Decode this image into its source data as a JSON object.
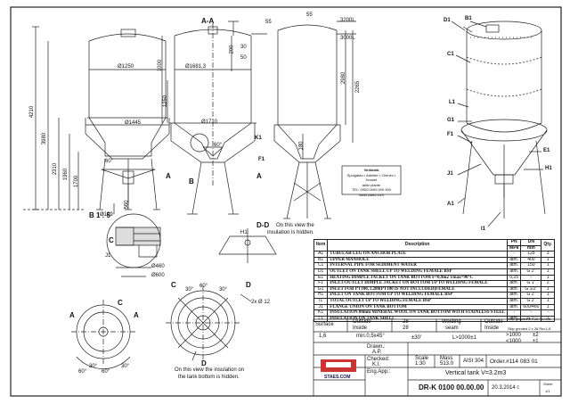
{
  "views": {
    "section_label": "A-A",
    "detail_b_label": "B 1 : 5",
    "detail_d_label": "D-D",
    "hidden_note_1": "On this view  the",
    "hidden_note_2": "insulation is hidden.",
    "hidden_bottom_note_1": "On this view  the insulation on",
    "hidden_bottom_note_2": "the tank bottom is hidden."
  },
  "dimensions": {
    "d1250": "Ø1250",
    "d1445": "Ø1445",
    "d129": "Ø129",
    "h4210": "4210",
    "h3980": "3980",
    "h2310": "2310",
    "h1960": "1960",
    "h1700": "1700",
    "h560": "560",
    "angle60": "60°",
    "aa_d1681": "Ø1681,3",
    "aa_1000": "1000",
    "aa_1250": "1250",
    "aa_200": "200",
    "aa_55": "55",
    "aa_30": "30",
    "aa_50": "50",
    "aa_1710": "Ø1710",
    "aa_60": "60°",
    "aa_k1": "K1",
    "aa_b": "B",
    "aa_a_left": "A",
    "aa_a_right": "A",
    "side_55": "55",
    "side_3200l": "3200L",
    "side_3000l": "3000L",
    "side_2980": "2980",
    "side_2265": "2265",
    "side_180": "180",
    "side_f1": "F1",
    "b_460": "Ø460",
    "b_600": "Ø600",
    "b_j1": "J1",
    "b_c": "C",
    "d_h1": "H1",
    "d_2x": "2x Ø 12",
    "d_60": "60°",
    "d_30a": "30°",
    "d_30b": "30°",
    "d_label_c": "C",
    "d_label_d": "D",
    "d_label_d2": "D",
    "plan_a1": "A",
    "plan_a2": "A",
    "plan_30": "30°",
    "plan_30b": "30°",
    "plan_60": "60°",
    "plan_50": "60°",
    "plan_c": "C"
  },
  "nameplate": {
    "line1": "Vinklubb",
    "line2": "Spolgatan • Adreller • Cilenex • Houste",
    "line3": "aktiv plante",
    "line4": "TEL: 0000 0000 000 000",
    "line5": "www.staes.com"
  },
  "iso_labels": [
    "D1",
    "B1",
    "C1",
    "L1",
    "G1",
    "F1",
    "J1",
    "E1",
    "H1",
    "A1",
    "I1"
  ],
  "bom": {
    "headers": [
      "Item",
      "Description",
      "PN",
      "DN",
      "Qty."
    ],
    "header_sub": [
      "",
      "",
      "MPa",
      "mm",
      ""
    ],
    "rows": [
      [
        "A1",
        "TUBULAR LEG ON ANCHOR PLATE",
        "-",
        "125",
        "3"
      ],
      [
        "B1",
        "UPPER MANHOLE",
        "atm.",
        "400",
        "1"
      ],
      [
        "C1",
        "INTERNAL PIPE FOR SEDIMENT WATER",
        "atm.",
        "150",
        "1"
      ],
      [
        "D1",
        "OUTLET ON TANK SHELL UP TO  WELDING FEMALE BSP",
        "atm.",
        "G 2\"",
        "1"
      ],
      [
        "E1",
        "HEATING DIMPLE JACKET ON TANK BOTTOM F=0,9m2 Tmax=90°C",
        "0,25",
        "-",
        "1"
      ],
      [
        "F1",
        "INLET/OUTLET DIMPLE JACKET ON BOTTOM  UP TO WELDING FEMALE",
        "atm.",
        "G 1\"",
        "2"
      ],
      [
        "G1",
        "INLET FOR PT100, L200(PT100 IS NOT INCLUDED)FEMALE",
        "atm.",
        "G 1/2\"",
        "1"
      ],
      [
        "H1",
        "INLET ON TANK BOTTOM UP TO WELDING FEMALE  BSP",
        "atm.",
        "G 2\"",
        "1"
      ],
      [
        "I1",
        "TOTAL OUTLET UP TO WELDING FEMALE  BSP",
        "atm.",
        "G 2\"",
        "1"
      ],
      [
        "J1",
        "FLANGE UNION ON TANK BOTTOM",
        "atm.",
        "600/460",
        "1"
      ],
      [
        "K1",
        "INSULATION 80mm MINERAL WOOL ON TANK BOTTOM WITH STAINLESS STEEL",
        "-",
        "-",
        "-"
      ],
      [
        "L1",
        "INSULATION ON TANK SHELL",
        "atm.",
        "G 1\"",
        "1"
      ]
    ]
  },
  "title_block": {
    "surface_label": "Surface",
    "outside_label": "Outside",
    "inside_label": "Inside",
    "inside_label2": "Inside",
    "welding_label": "Welding",
    "seam_label": "seam",
    "v28a": "28",
    "v28b": "28",
    "skip1": "Skip grinded 2 x 28 Ra<1,6",
    "skip2": "Skip grinded 2 x 28 Ra<1,6",
    "ra": "1,6",
    "weld_sym": "min.0,5x45°",
    "angle": "±30'",
    "len": "L>1000±1",
    "tol1": ">1000",
    "tol2": "<1000",
    "pm2": "±2",
    "pm1": "±1",
    "drawn_label": "Drawn.:",
    "drawn_val": "A.P.",
    "checked_label": "Checked:",
    "checked_val": "K.I.",
    "engapp_label": "Eng.App.:",
    "scale_label": "Scale",
    "scale_val": "1:30",
    "mass_label": "Mass",
    "mass_val": "513.0",
    "material": "AISI 304",
    "order": "Order.#114 083 01",
    "title": "Vertical tank V=3.2m3",
    "drawing_no": "DR-K 0100 00.00.00",
    "date": "20.3.2014 г.",
    "sheet_label": "Sheet",
    "sheet_val": "1/1",
    "logo": "STAES.COM"
  }
}
